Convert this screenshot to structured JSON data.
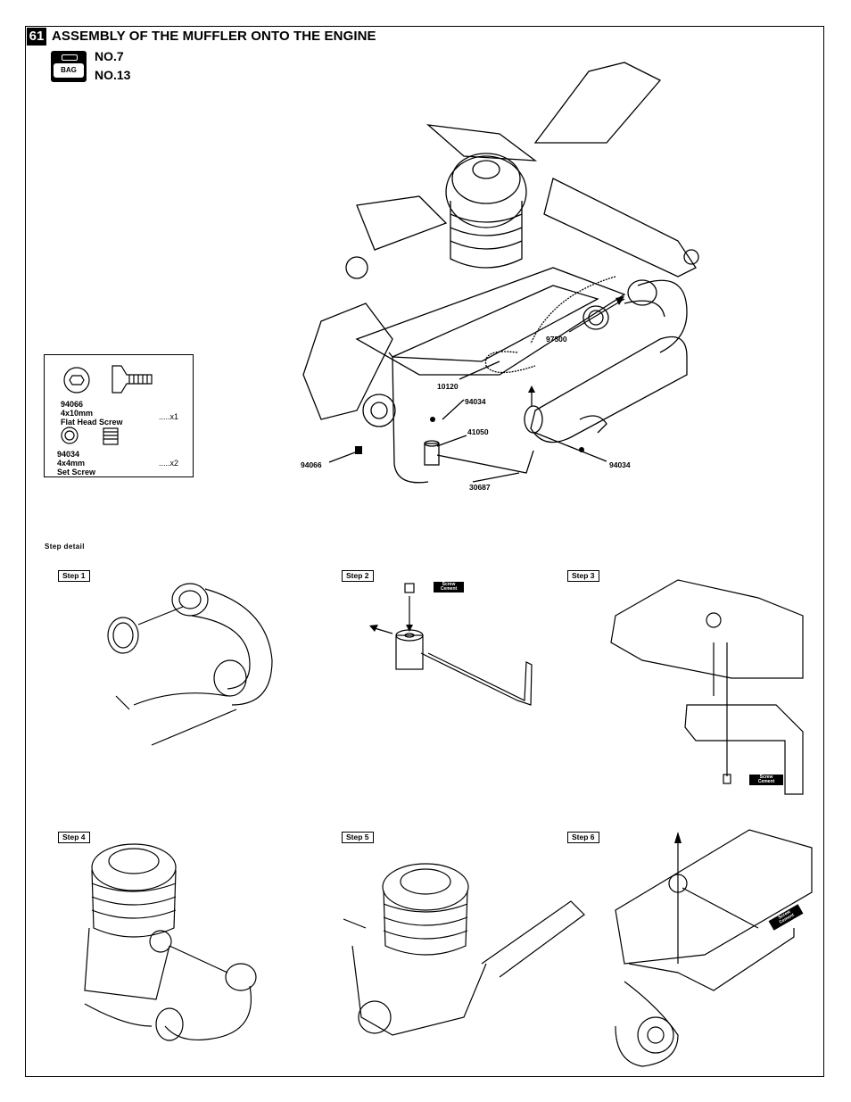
{
  "header": {
    "step_number": "61",
    "title": "ASSEMBLY OF THE MUFFLER ONTO THE ENGINE",
    "bag_label": "BAG",
    "bag_numbers": [
      "NO.7",
      "NO.13"
    ]
  },
  "parts_list": {
    "items": [
      {
        "part_no": "94066",
        "size": "4x10mm",
        "description": "Flat Head  Screw",
        "quantity": ".....x1"
      },
      {
        "part_no": "94034",
        "size": "4x4mm",
        "description": "Set Screw",
        "quantity": ".....x2"
      }
    ]
  },
  "callouts": {
    "c97500": "97500",
    "c10120": "10120",
    "c94034a": "94034",
    "c41050": "41050",
    "c94066": "94066",
    "c94034b": "94034",
    "c30687": "30687"
  },
  "step_detail_label": "Step detail",
  "steps": [
    "Step 1",
    "Step 2",
    "Step 3",
    "Step 4",
    "Step 5",
    "Step 6"
  ],
  "screw_cement_label": "Screw Cement"
}
